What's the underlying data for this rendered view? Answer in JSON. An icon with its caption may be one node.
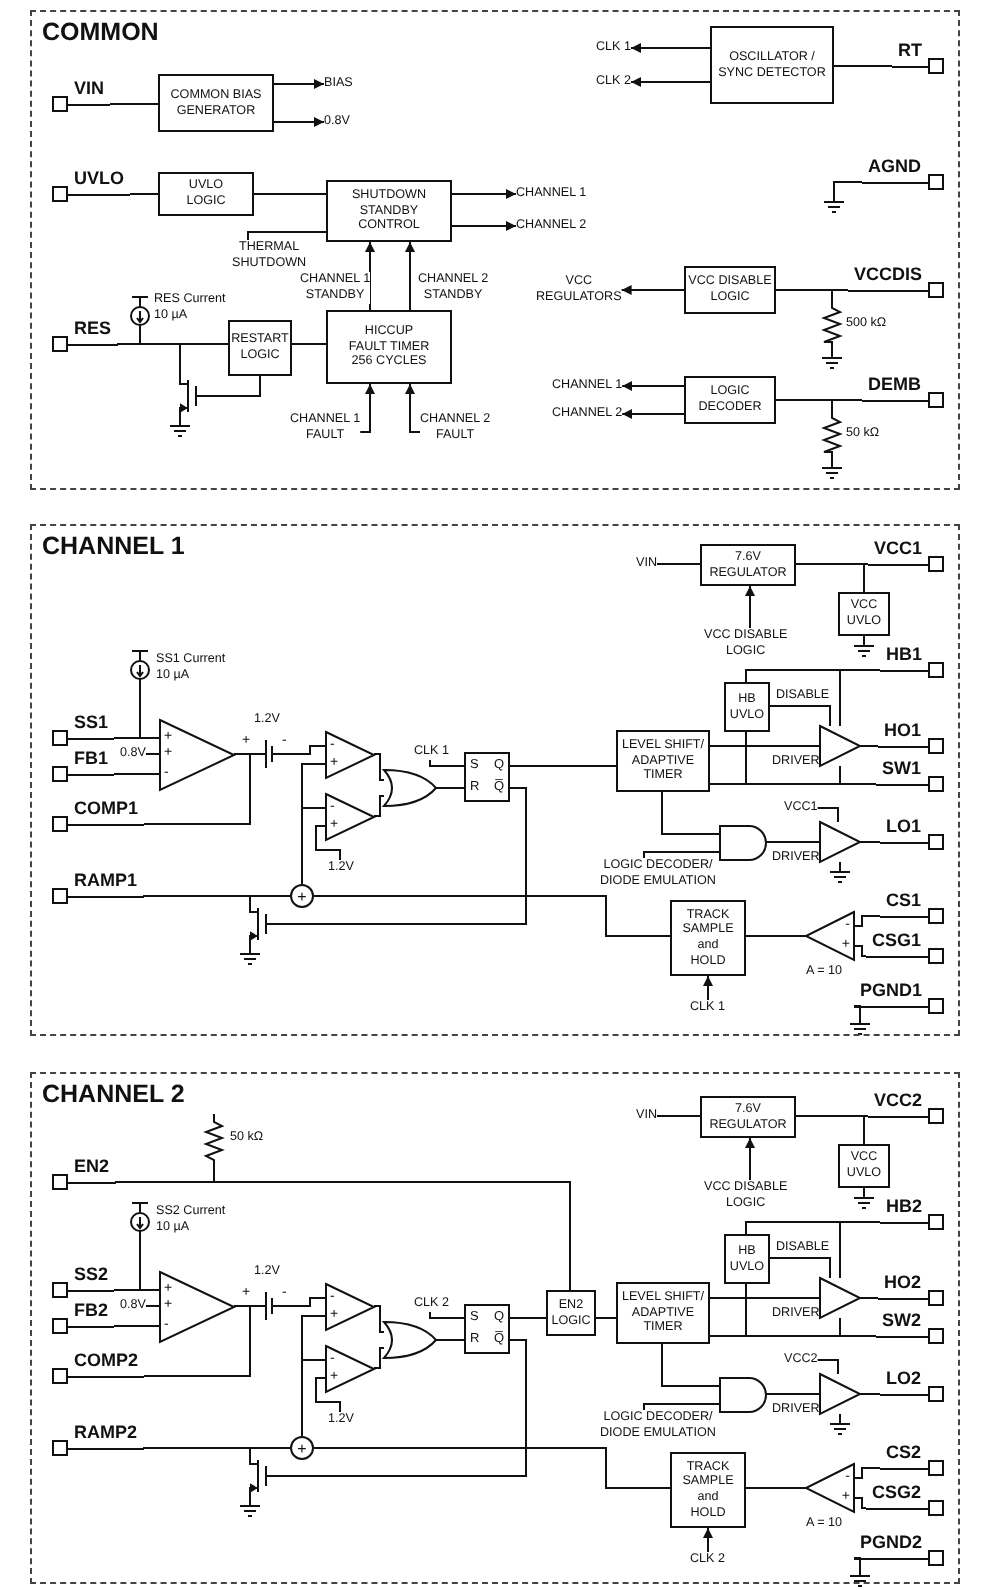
{
  "diagram": {
    "nodes": [
      {
        "text": [
          "COMMON"
        ]
      },
      {
        "text": [
          "VIN"
        ],
        "in": 0
      },
      {
        "text": [
          "COMMON BIAS GENERATOR"
        ],
        "in": 0
      },
      {
        "text": [
          "BIAS"
        ],
        "in": 0
      },
      {
        "text": [
          "0.8V"
        ],
        "in": 0
      },
      {
        "text": [
          "UVLO"
        ],
        "in": 0
      },
      {
        "text": [
          "UVLO LOGIC"
        ],
        "in": 0
      },
      {
        "text": [
          "SHUTDOWN STANDBY CONTROL"
        ],
        "in": 0
      },
      {
        "text": [
          "CHANNEL 1"
        ],
        "in": 0
      },
      {
        "text": [
          "CHANNEL 2"
        ],
        "in": 0
      },
      {
        "text": [
          "THERMAL SHUTDOWN"
        ],
        "in": 0
      },
      {
        "text": [
          "RES"
        ],
        "in": 0
      },
      {
        "text": [],
        "shape": "circle",
        "in": 0
      },
      {
        "text": [
          "RESTART LOGIC"
        ],
        "in": 0
      },
      {
        "text": [
          "HICCUP FAULT TIMER 256 CYCLES"
        ],
        "in": 0
      },
      {
        "text": [],
        "shape": "transistor",
        "in": 0
      },
      {
        "text": [
          "CHANNEL 1 FAULT"
        ],
        "in": 0
      },
      {
        "text": [
          "CHANNEL 2 FAULT"
        ],
        "in": 0
      },
      {
        "text": [
          "CLK 1"
        ],
        "in": 0
      },
      {
        "text": [
          "CLK 2"
        ],
        "in": 0
      },
      {
        "text": [
          "OSCILLATOR / SYNC DETECTOR"
        ],
        "in": 0
      },
      {
        "text": [
          "RT"
        ],
        "in": 0
      },
      {
        "text": [
          "AGND"
        ],
        "in": 0
      },
      {
        "text": [
          "VCC REGULATORS"
        ],
        "in": 0
      },
      {
        "text": [
          "VCC DISABLE LOGIC"
        ],
        "in": 0
      },
      {
        "text": [
          "VCCDIS"
        ],
        "in": 0
      },
      {
        "text": [],
        "shape": "resistor",
        "in": 0
      },
      {
        "text": [
          "CHANNEL 1"
        ],
        "in": 0
      },
      {
        "text": [
          "CHANNEL 2"
        ],
        "in": 0
      },
      {
        "text": [
          "LOGIC DECODER"
        ],
        "in": 0
      },
      {
        "text": [
          "DEMB"
        ],
        "in": 0
      },
      {
        "text": [],
        "shape": "resistor",
        "in": 0
      },
      {
        "text": [
          "CHANNEL 1"
        ]
      },
      {
        "text": [
          "VIN"
        ],
        "in": 32
      },
      {
        "text": [
          "7.6V REGULATOR"
        ],
        "in": 32
      },
      {
        "text": [
          "VCC DISABLE LOGIC"
        ],
        "in": 32
      },
      {
        "text": [
          "VCC1"
        ],
        "in": 32
      },
      {
        "text": [
          "VCC UVLO"
        ],
        "in": 32
      },
      {
        "text": [
          "HB1"
        ],
        "in": 32
      },
      {
        "text": [
          "HB UVLO"
        ],
        "in": 32
      },
      {
        "text": [
          "HO1"
        ],
        "in": 32
      },
      {
        "text": [
          "SW1"
        ],
        "in": 32
      },
      {
        "text": [
          "LEVEL SHIFT/ ADAPTIVE TIMER"
        ],
        "in": 32
      },
      {
        "text": [],
        "shape": "triangle",
        "in": 32
      },
      {
        "text": [
          "VCC1"
        ],
        "in": 32
      },
      {
        "text": [],
        "shape": "triangle",
        "in": 32
      },
      {
        "text": [
          "LO1"
        ],
        "in": 32
      },
      {
        "text": [],
        "shape": "gate",
        "in": 32
      },
      {
        "text": [
          "LOGIC DECODER/ DIODE EMULATION"
        ],
        "in": 32
      },
      {
        "text": [],
        "shape": "circle",
        "in": 32
      },
      {
        "text": [
          "SS1"
        ],
        "in": 32
      },
      {
        "text": [
          "FB1"
        ],
        "in": 32
      },
      {
        "text": [
          "0.8V"
        ],
        "in": 32
      },
      {
        "text": [
          "+",
          "+",
          "-"
        ],
        "in": 32
      },
      {
        "text": [
          "COMP1"
        ],
        "in": 32
      },
      {
        "text": [],
        "shape": "battery",
        "in": 32
      },
      {
        "text": [
          "-",
          "+"
        ],
        "in": 32
      },
      {
        "text": [
          "-",
          "+"
        ],
        "in": 32
      },
      {
        "text": [
          "1.2V"
        ],
        "in": 32
      },
      {
        "text": [],
        "shape": "gate",
        "in": 32
      },
      {
        "text": [
          "CLK 1"
        ],
        "in": 32
      },
      {
        "text": [
          "S",
          "Q",
          "R",
          "Q̅"
        ],
        "in": 32
      },
      {
        "text": [
          "RAMP1"
        ],
        "in": 32
      },
      {
        "text": [
          "+"
        ],
        "in": 32
      },
      {
        "text": [],
        "shape": "transistor",
        "in": 32
      },
      {
        "text": [
          "TRACK SAMPLE and HOLD"
        ],
        "in": 32
      },
      {
        "text": [
          "CLK 1"
        ],
        "in": 32
      },
      {
        "text": [
          "-",
          "+"
        ],
        "in": 32
      },
      {
        "text": [
          "CS1"
        ],
        "in": 32
      },
      {
        "text": [
          "CSG1"
        ],
        "in": 32
      },
      {
        "text": [
          "PGND1"
        ],
        "in": 32
      },
      {
        "text": [
          "CHANNEL 2"
        ]
      },
      {
        "text": [
          "VIN"
        ],
        "in": 71
      },
      {
        "text": [
          "7.6V REGULATOR"
        ],
        "in": 71
      },
      {
        "text": [
          "VCC DISABLE LOGIC"
        ],
        "in": 71
      },
      {
        "text": [
          "VCC2"
        ],
        "in": 71
      },
      {
        "text": [
          "VCC UVLO"
        ],
        "in": 71
      },
      {
        "text": [
          "HB2"
        ],
        "in": 71
      },
      {
        "text": [
          "HB UVLO"
        ],
        "in": 71
      },
      {
        "text": [
          "HO2"
        ],
        "in": 71
      },
      {
        "text": [
          "SW2"
        ],
        "in": 71
      },
      {
        "text": [
          "LEVEL SHIFT/ ADAPTIVE TIMER"
        ],
        "in": 71
      },
      {
        "text": [],
        "shape": "triangle",
        "in": 71
      },
      {
        "text": [
          "VCC2"
        ],
        "in": 71
      },
      {
        "text": [],
        "shape": "triangle",
        "in": 71
      },
      {
        "text": [
          "LO2"
        ],
        "in": 71
      },
      {
        "text": [],
        "shape": "gate",
        "in": 71
      },
      {
        "text": [
          "LOGIC DECODER/ DIODE EMULATION"
        ],
        "in": 71
      },
      {
        "text": [],
        "shape": "circle",
        "in": 71
      },
      {
        "text": [
          "SS2"
        ],
        "in": 71
      },
      {
        "text": [
          "FB2"
        ],
        "in": 71
      },
      {
        "text": [
          "0.8V"
        ],
        "in": 71
      },
      {
        "text": [
          "+",
          "+",
          "-"
        ],
        "in": 71
      },
      {
        "text": [
          "COMP2"
        ],
        "in": 71
      },
      {
        "text": [],
        "shape": "battery",
        "in": 71
      },
      {
        "text": [
          "-",
          "+"
        ],
        "in": 71
      },
      {
        "text": [
          "-",
          "+"
        ],
        "in": 71
      },
      {
        "text": [
          "1.2V"
        ],
        "in": 71
      },
      {
        "text": [],
        "shape": "gate",
        "in": 71
      },
      {
        "text": [
          "CLK 2"
        ],
        "in": 71
      },
      {
        "text": [
          "S",
          "Q",
          "R",
          "Q̅"
        ],
        "in": 71
      },
      {
        "text": [
          "RAMP2"
        ],
        "in": 71
      },
      {
        "text": [
          "+"
        ],
        "in": 71
      },
      {
        "text": [],
        "shape": "transistor",
        "in": 71
      },
      {
        "text": [
          "TRACK SAMPLE and HOLD"
        ],
        "in": 71
      },
      {
        "text": [
          "CLK 2"
        ],
        "in": 71
      },
      {
        "text": [
          "-",
          "+"
        ],
        "in": 71
      },
      {
        "text": [
          "CS2"
        ],
        "in": 71
      },
      {
        "text": [
          "CSG2"
        ],
        "in": 71
      },
      {
        "text": [
          "PGND2"
        ],
        "in": 71
      },
      {
        "text": [],
        "shape": "resistor",
        "in": 71
      },
      {
        "text": [
          "EN2"
        ],
        "in": 71
      },
      {
        "text": [
          "EN2 LOGIC"
        ],
        "in": 71
      }
    ],
    "edges": [
      {
        "from": 1,
        "to": 2,
        "arrow": "none"
      },
      {
        "from": 2,
        "to": 3,
        "arrow": "to"
      },
      {
        "from": 2,
        "to": 4,
        "arrow": "to"
      },
      {
        "from": 5,
        "to": 6,
        "arrow": "none"
      },
      {
        "from": 6,
        "to": 7,
        "arrow": "none"
      },
      {
        "from": 7,
        "to": 8,
        "arrow": "to"
      },
      {
        "from": 7,
        "to": 9,
        "arrow": "to"
      },
      {
        "from": 10,
        "to": 7,
        "arrow": "none"
      },
      {
        "from": 12,
        "to": 11,
        "arrow": "none"
      },
      {
        "from": 11,
        "to": 13,
        "arrow": "none"
      },
      {
        "from": 15,
        "to": 11,
        "arrow": "none"
      },
      {
        "from": 13,
        "to": 15,
        "arrow": "none"
      },
      {
        "from": 13,
        "to": 14,
        "arrow": "none"
      },
      {
        "from": 14,
        "to": 7,
        "arrow": "to",
        "label": "CHANNEL 1 STANDBY"
      },
      {
        "from": 14,
        "to": 7,
        "arrow": "to",
        "label": "CHANNEL 2 STANDBY"
      },
      {
        "from": 16,
        "to": 14,
        "arrow": "to"
      },
      {
        "from": 17,
        "to": 14,
        "arrow": "to"
      },
      {
        "from": 20,
        "to": 18,
        "arrow": "to"
      },
      {
        "from": 20,
        "to": 19,
        "arrow": "to"
      },
      {
        "from": 21,
        "to": 20,
        "arrow": "none"
      },
      {
        "from": 24,
        "to": 23,
        "arrow": "to"
      },
      {
        "from": 25,
        "to": 24,
        "arrow": "none"
      },
      {
        "from": 26,
        "to": 25,
        "arrow": "none"
      },
      {
        "from": 29,
        "to": 27,
        "arrow": "to"
      },
      {
        "from": 29,
        "to": 28,
        "arrow": "to"
      },
      {
        "from": 30,
        "to": 29,
        "arrow": "none"
      },
      {
        "from": 31,
        "to": 30,
        "arrow": "none"
      },
      {
        "from": 33,
        "to": 34,
        "arrow": "none"
      },
      {
        "from": 34,
        "to": 36,
        "arrow": "none"
      },
      {
        "from": 37,
        "to": 36,
        "arrow": "none"
      },
      {
        "from": 35,
        "to": 34,
        "arrow": "to"
      },
      {
        "from": 39,
        "to": 38,
        "arrow": "none"
      },
      {
        "from": 43,
        "to": 38,
        "arrow": "none"
      },
      {
        "from": 39,
        "to": 43,
        "arrow": "none",
        "label": "DISABLE"
      },
      {
        "from": 42,
        "to": 43,
        "arrow": "none"
      },
      {
        "from": 43,
        "to": 40,
        "arrow": "none"
      },
      {
        "from": 42,
        "to": 41,
        "arrow": "none"
      },
      {
        "from": 39,
        "to": 41,
        "arrow": "none"
      },
      {
        "from": 43,
        "to": 41,
        "arrow": "none"
      },
      {
        "from": 42,
        "to": 47,
        "arrow": "none"
      },
      {
        "from": 48,
        "to": 47,
        "arrow": "none"
      },
      {
        "from": 47,
        "to": 45,
        "arrow": "none"
      },
      {
        "from": 44,
        "to": 45,
        "arrow": "none"
      },
      {
        "from": 45,
        "to": 46,
        "arrow": "none"
      },
      {
        "from": 49,
        "to": 50,
        "arrow": "none"
      },
      {
        "from": 50,
        "to": 53,
        "arrow": "none"
      },
      {
        "from": 52,
        "to": 53,
        "arrow": "none"
      },
      {
        "from": 51,
        "to": 53,
        "arrow": "none"
      },
      {
        "from": 53,
        "to": 54,
        "arrow": "none"
      },
      {
        "from": 53,
        "to": 55,
        "arrow": "none"
      },
      {
        "from": 55,
        "to": 56,
        "arrow": "none"
      },
      {
        "from": 63,
        "to": 56,
        "arrow": "none"
      },
      {
        "from": 63,
        "to": 57,
        "arrow": "none"
      },
      {
        "from": 58,
        "to": 57,
        "arrow": "none"
      },
      {
        "from": 56,
        "to": 59,
        "arrow": "none"
      },
      {
        "from": 57,
        "to": 59,
        "arrow": "none"
      },
      {
        "from": 59,
        "to": 61,
        "arrow": "none"
      },
      {
        "from": 60,
        "to": 61,
        "arrow": "none"
      },
      {
        "from": 61,
        "to": 42,
        "arrow": "none"
      },
      {
        "from": 61,
        "to": 64,
        "arrow": "none"
      },
      {
        "from": 62,
        "to": 63,
        "arrow": "none"
      },
      {
        "from": 64,
        "to": 62,
        "arrow": "none"
      },
      {
        "from": 63,
        "to": 65,
        "arrow": "none"
      },
      {
        "from": 67,
        "to": 65,
        "arrow": "none"
      },
      {
        "from": 68,
        "to": 67,
        "arrow": "none"
      },
      {
        "from": 69,
        "to": 67,
        "arrow": "none"
      },
      {
        "from": 66,
        "to": 65,
        "arrow": "to"
      },
      {
        "from": 110,
        "to": 111,
        "arrow": "none"
      },
      {
        "from": 111,
        "to": 112,
        "arrow": "none"
      },
      {
        "from": 72,
        "to": 73,
        "arrow": "none"
      },
      {
        "from": 73,
        "to": 75,
        "arrow": "none"
      },
      {
        "from": 76,
        "to": 75,
        "arrow": "none"
      },
      {
        "from": 74,
        "to": 73,
        "arrow": "to"
      },
      {
        "from": 78,
        "to": 77,
        "arrow": "none"
      },
      {
        "from": 82,
        "to": 77,
        "arrow": "none"
      },
      {
        "from": 78,
        "to": 82,
        "arrow": "none",
        "label": "DISABLE"
      },
      {
        "from": 81,
        "to": 82,
        "arrow": "none"
      },
      {
        "from": 82,
        "to": 79,
        "arrow": "none"
      },
      {
        "from": 81,
        "to": 80,
        "arrow": "none"
      },
      {
        "from": 78,
        "to": 80,
        "arrow": "none"
      },
      {
        "from": 82,
        "to": 80,
        "arrow": "none"
      },
      {
        "from": 81,
        "to": 86,
        "arrow": "none"
      },
      {
        "from": 87,
        "to": 86,
        "arrow": "none"
      },
      {
        "from": 86,
        "to": 84,
        "arrow": "none"
      },
      {
        "from": 83,
        "to": 84,
        "arrow": "none"
      },
      {
        "from": 84,
        "to": 85,
        "arrow": "none"
      },
      {
        "from": 88,
        "to": 89,
        "arrow": "none"
      },
      {
        "from": 89,
        "to": 92,
        "arrow": "none"
      },
      {
        "from": 91,
        "to": 92,
        "arrow": "none"
      },
      {
        "from": 90,
        "to": 92,
        "arrow": "none"
      },
      {
        "from": 92,
        "to": 93,
        "arrow": "none"
      },
      {
        "from": 92,
        "to": 94,
        "arrow": "none"
      },
      {
        "from": 94,
        "to": 95,
        "arrow": "none"
      },
      {
        "from": 102,
        "to": 95,
        "arrow": "none"
      },
      {
        "from": 102,
        "to": 96,
        "arrow": "none"
      },
      {
        "from": 97,
        "to": 96,
        "arrow": "none"
      },
      {
        "from": 95,
        "to": 98,
        "arrow": "none"
      },
      {
        "from": 96,
        "to": 98,
        "arrow": "none"
      },
      {
        "from": 98,
        "to": 100,
        "arrow": "none"
      },
      {
        "from": 99,
        "to": 100,
        "arrow": "none"
      },
      {
        "from": 100,
        "to": 112,
        "arrow": "none"
      },
      {
        "from": 112,
        "to": 81,
        "arrow": "none"
      },
      {
        "from": 100,
        "to": 103,
        "arrow": "none"
      },
      {
        "from": 101,
        "to": 102,
        "arrow": "none"
      },
      {
        "from": 103,
        "to": 101,
        "arrow": "none"
      },
      {
        "from": 102,
        "to": 104,
        "arrow": "none"
      },
      {
        "from": 106,
        "to": 104,
        "arrow": "none"
      },
      {
        "from": 107,
        "to": 106,
        "arrow": "none"
      },
      {
        "from": 108,
        "to": 106,
        "arrow": "none"
      },
      {
        "from": 105,
        "to": 104,
        "arrow": "to"
      }
    ],
    "labels": [
      "RES Current 10 µA",
      "500 kΩ",
      "50 kΩ",
      "SS1 Current 10 µA",
      "1.2V",
      "+",
      "-",
      "DRIVER",
      "DRIVER",
      "A = 10",
      "50 kΩ",
      "SS2 Current 10 µA",
      "1.2V",
      "+",
      "-",
      "DRIVER",
      "DRIVER",
      "A = 10"
    ]
  }
}
